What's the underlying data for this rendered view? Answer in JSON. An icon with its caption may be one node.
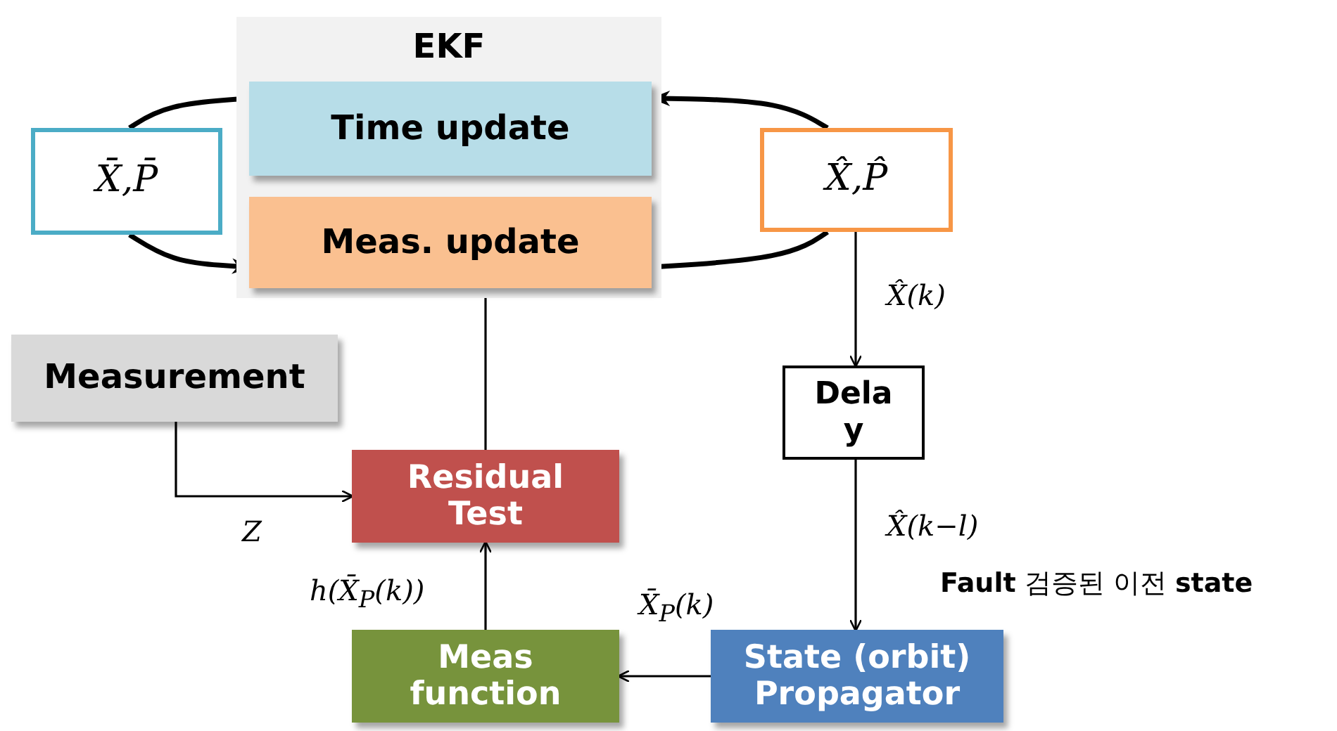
{
  "diagram": {
    "nodes": [
      {
        "text": [
          "EKF"
        ]
      },
      {
        "text": [
          "Time update"
        ],
        "in": 0
      },
      {
        "text": [
          "Meas. update"
        ],
        "in": 0
      },
      {
        "text": [
          "X̄,P̄"
        ]
      },
      {
        "text": [
          "X̂,P̂"
        ]
      },
      {
        "text": [
          "Measurement"
        ]
      },
      {
        "text": [
          "Delay"
        ]
      },
      {
        "text": [
          "Residual Test"
        ]
      },
      {
        "text": [
          "Meas function"
        ]
      },
      {
        "text": [
          "State (orbit) Propagator"
        ]
      }
    ],
    "edges": [
      {
        "from": 1,
        "to": 3,
        "arrow": "none",
        "style": "thick"
      },
      {
        "from": 3,
        "to": 2,
        "arrow": "to",
        "style": "thick"
      },
      {
        "from": 2,
        "to": 4,
        "arrow": "none",
        "style": "thick"
      },
      {
        "from": 4,
        "to": 1,
        "arrow": "to",
        "style": "thick"
      },
      {
        "from": 4,
        "to": 6,
        "arrow": "to",
        "label": "X̂(k)"
      },
      {
        "from": 6,
        "to": 9,
        "arrow": "to",
        "label": "X̂(k−l)"
      },
      {
        "from": 9,
        "to": 8,
        "arrow": "to",
        "label": "X̄$_{P}$(k)"
      },
      {
        "from": 8,
        "to": 7,
        "arrow": "to",
        "label": "h(X̄$_{P}$(k))"
      },
      {
        "from": 5,
        "to": 7,
        "arrow": "to",
        "label": "Z"
      },
      {
        "from": 7,
        "to": 2,
        "arrow": "to"
      }
    ],
    "labels": [
      "**Fault** 검증된 이전 **state**"
    ]
  }
}
